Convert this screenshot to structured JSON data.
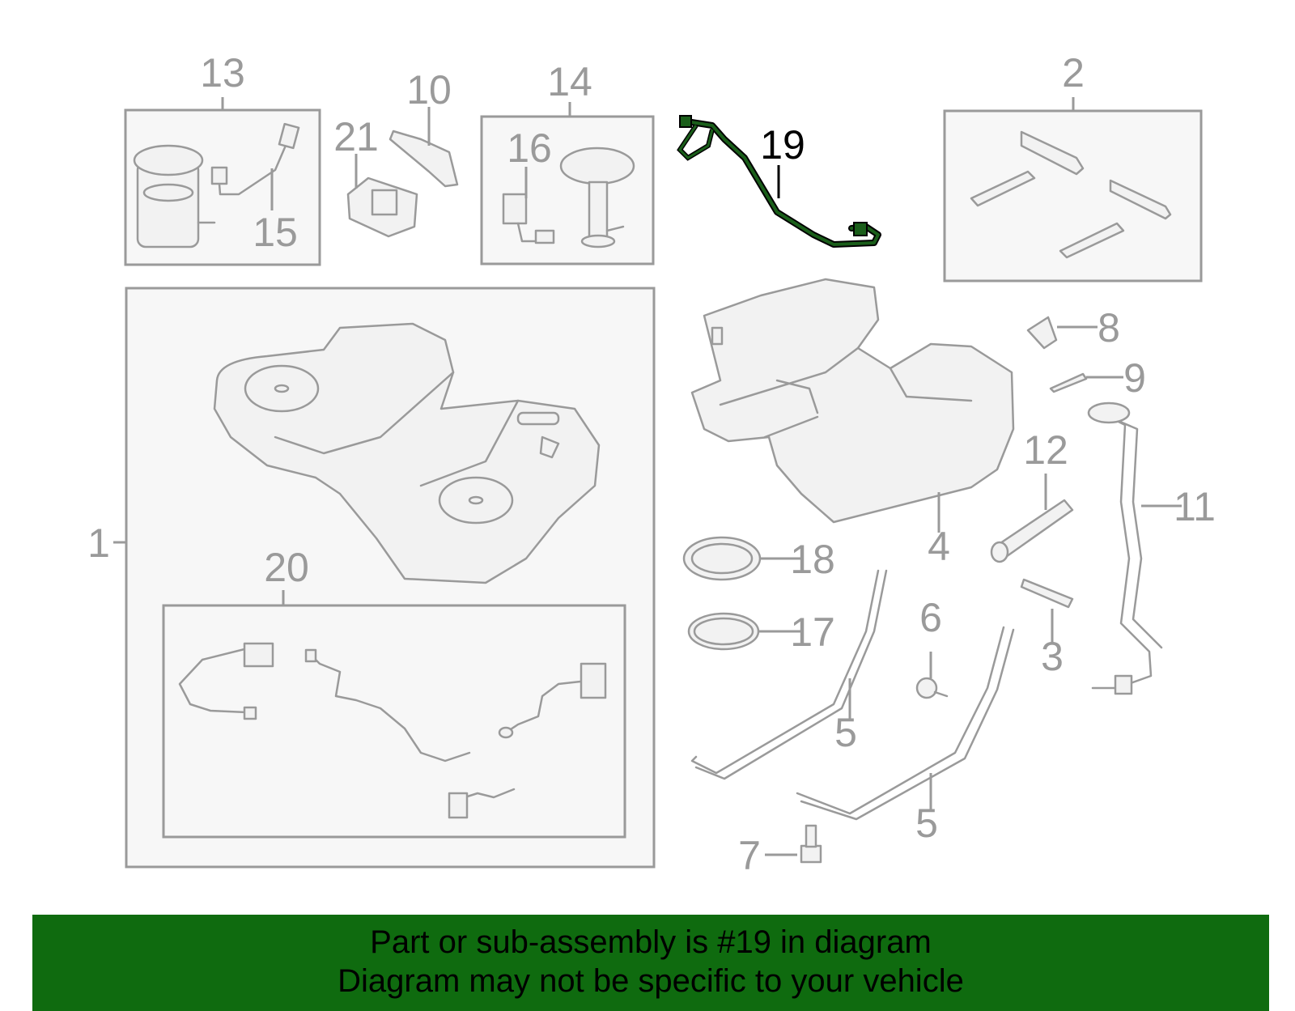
{
  "colors": {
    "banner_background": "#0f6b0f",
    "highlight_part": "#1a5e1a",
    "part_lines": "#9a9a9a",
    "box_fill": "#f7f7f7"
  },
  "callouts": {
    "c1": "1",
    "c2": "2",
    "c3": "3",
    "c4": "4",
    "c5a": "5",
    "c5b": "5",
    "c6": "6",
    "c7": "7",
    "c8": "8",
    "c9": "9",
    "c10": "10",
    "c11": "11",
    "c12": "12",
    "c13": "13",
    "c14": "14",
    "c15": "15",
    "c16": "16",
    "c17": "17",
    "c18": "18",
    "c19": "19",
    "c20": "20",
    "c21": "21"
  },
  "highlighted_part": "19",
  "banner": {
    "line1": "Part or sub-assembly is #19 in diagram",
    "line2": "Diagram may not be specific to your vehicle"
  }
}
